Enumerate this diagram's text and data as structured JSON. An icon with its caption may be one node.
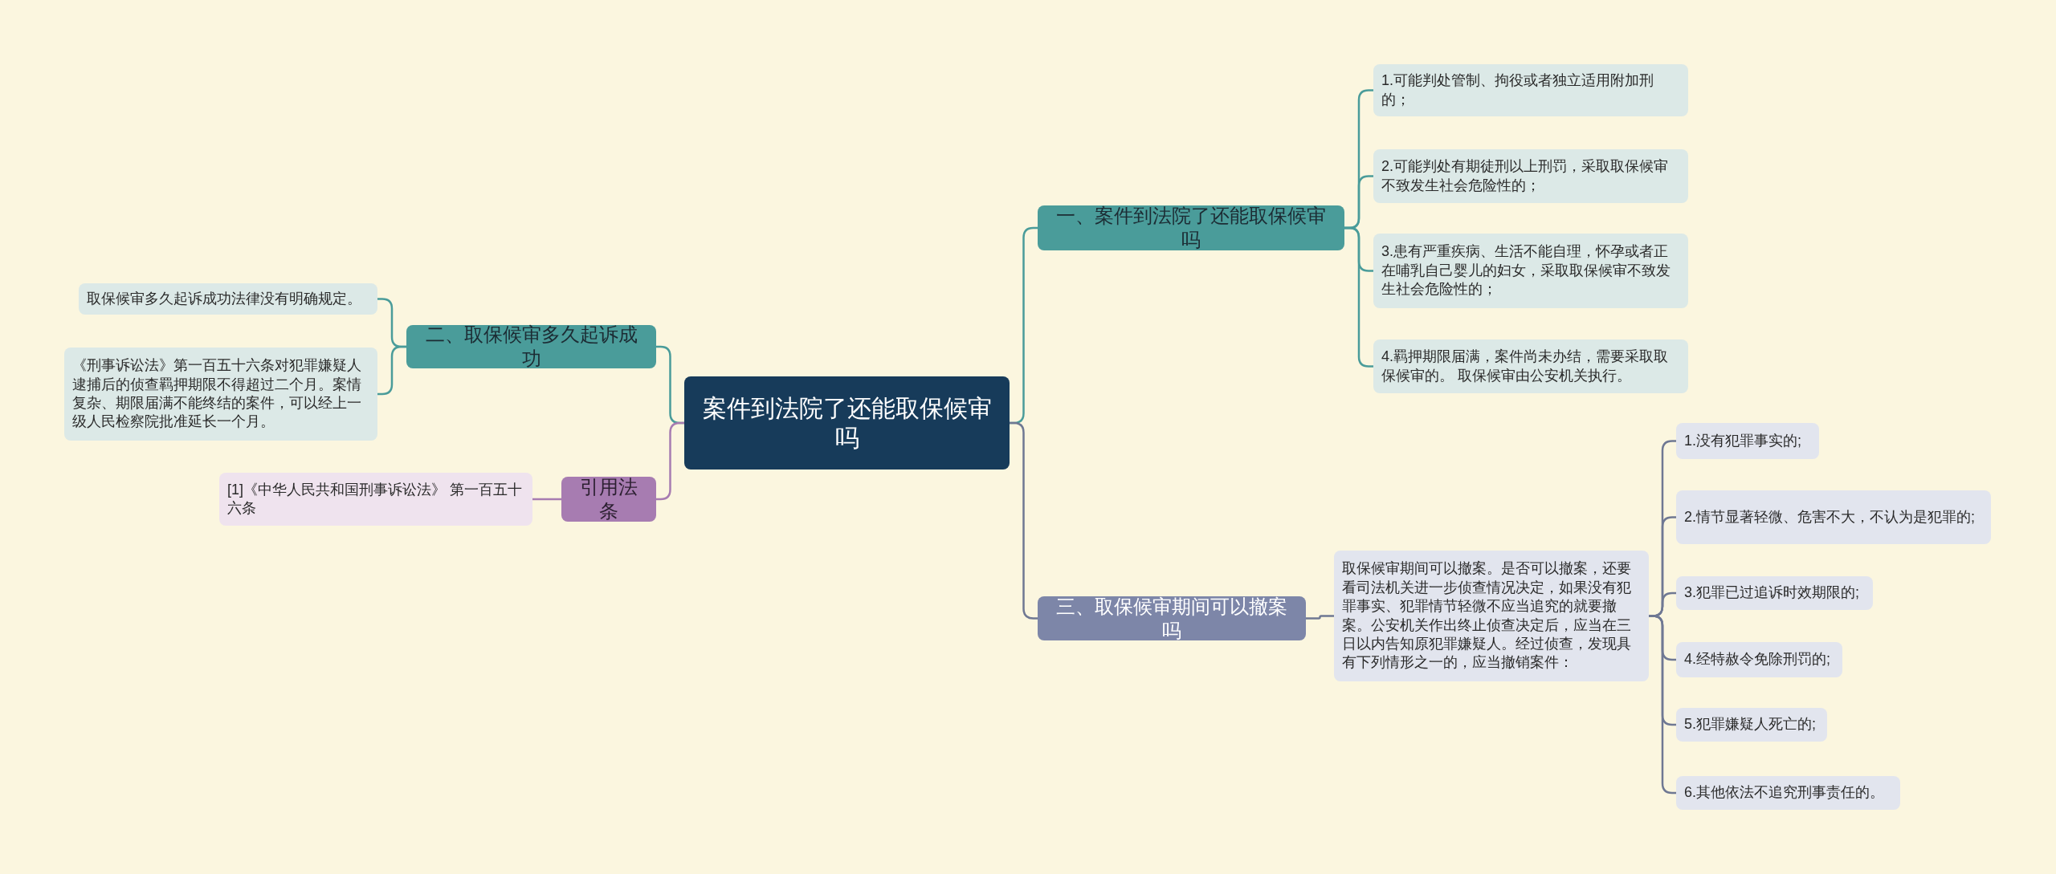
{
  "diagram": {
    "nodes": [
      {
        "text": [
          "案件到法院了还能取保候审吗"
        ]
      },
      {
        "text": [
          "一、案件到法院了还能取保候审吗"
        ]
      },
      {
        "text": [
          "1.可能判处管制、拘役或者独立适用附加刑的；"
        ]
      },
      {
        "text": [
          "2.可能判处有期徒刑以上刑罚，采取取保候审不致发生社会危险性的；"
        ]
      },
      {
        "text": [
          "3.患有严重疾病、生活不能自理，怀孕或者正在哺乳自己婴儿的妇女，采取取保候审不致发生社会危险性的；"
        ]
      },
      {
        "text": [
          "4.羁押期限届满，案件尚未办结，需要采取取保候审的。 取保候审由公安机关执行。"
        ]
      },
      {
        "text": [
          "二、取保候审多久起诉成功"
        ]
      },
      {
        "text": [
          "取保候审多久起诉成功法律没有明确规定。"
        ]
      },
      {
        "text": [
          "《刑事诉讼法》第一百五十六条对犯罪嫌疑人逮捕后的侦查羁押期限不得超过二个月。案情复杂、期限届满不能终结的案件，可以经上一级人民检察院批准延长一个月。"
        ]
      },
      {
        "text": [
          "引用法条"
        ]
      },
      {
        "text": [
          "[1]《中华人民共和国刑事诉讼法》 第一百五十六条"
        ]
      },
      {
        "text": [
          "三、取保候审期间可以撤案吗"
        ]
      },
      {
        "text": [
          "取保候审期间可以撤案。是否可以撤案，还要看司法机关进一步侦查情况决定，如果没有犯罪事实、犯罪情节轻微不应当追究的就要撤案。公安机关作出终止侦查决定后，应当在三日以内告知原犯罪嫌疑人。经过侦查，发现具有下列情形之一的，应当撤销案件："
        ]
      },
      {
        "text": [
          "1.没有犯罪事实的;"
        ]
      },
      {
        "text": [
          "2.情节显著轻微、危害不大，不认为是犯罪的;"
        ]
      },
      {
        "text": [
          "3.犯罪已过追诉时效期限的;"
        ]
      },
      {
        "text": [
          "4.经特赦令免除刑罚的;"
        ]
      },
      {
        "text": [
          "5.犯罪嫌疑人死亡的;"
        ]
      },
      {
        "text": [
          "6.其他依法不追究刑事责任的。"
        ]
      }
    ],
    "edges": [
      {
        "from": 0,
        "to": 1,
        "arrow": "none"
      },
      {
        "from": 1,
        "to": 2,
        "arrow": "none"
      },
      {
        "from": 1,
        "to": 3,
        "arrow": "none"
      },
      {
        "from": 1,
        "to": 4,
        "arrow": "none"
      },
      {
        "from": 1,
        "to": 5,
        "arrow": "none"
      },
      {
        "from": 0,
        "to": 6,
        "arrow": "none"
      },
      {
        "from": 6,
        "to": 7,
        "arrow": "none"
      },
      {
        "from": 6,
        "to": 8,
        "arrow": "none"
      },
      {
        "from": 0,
        "to": 9,
        "arrow": "none",
        "color": "#a77cb1"
      },
      {
        "from": 9,
        "to": 10,
        "arrow": "none",
        "color": "#a77cb1"
      },
      {
        "from": 0,
        "to": 11,
        "arrow": "none",
        "color": "#6f7893"
      },
      {
        "from": 11,
        "to": 12,
        "arrow": "none",
        "color": "#6f7893"
      },
      {
        "from": 12,
        "to": 13,
        "arrow": "none",
        "color": "#6f7893"
      },
      {
        "from": 12,
        "to": 14,
        "arrow": "none",
        "color": "#6f7893"
      },
      {
        "from": 12,
        "to": 15,
        "arrow": "none",
        "color": "#6f7893"
      },
      {
        "from": 12,
        "to": 16,
        "arrow": "none",
        "color": "#6f7893"
      },
      {
        "from": 12,
        "to": 17,
        "arrow": "none",
        "color": "#6f7893"
      },
      {
        "from": 12,
        "to": 18,
        "arrow": "none",
        "color": "#6f7893"
      }
    ]
  }
}
